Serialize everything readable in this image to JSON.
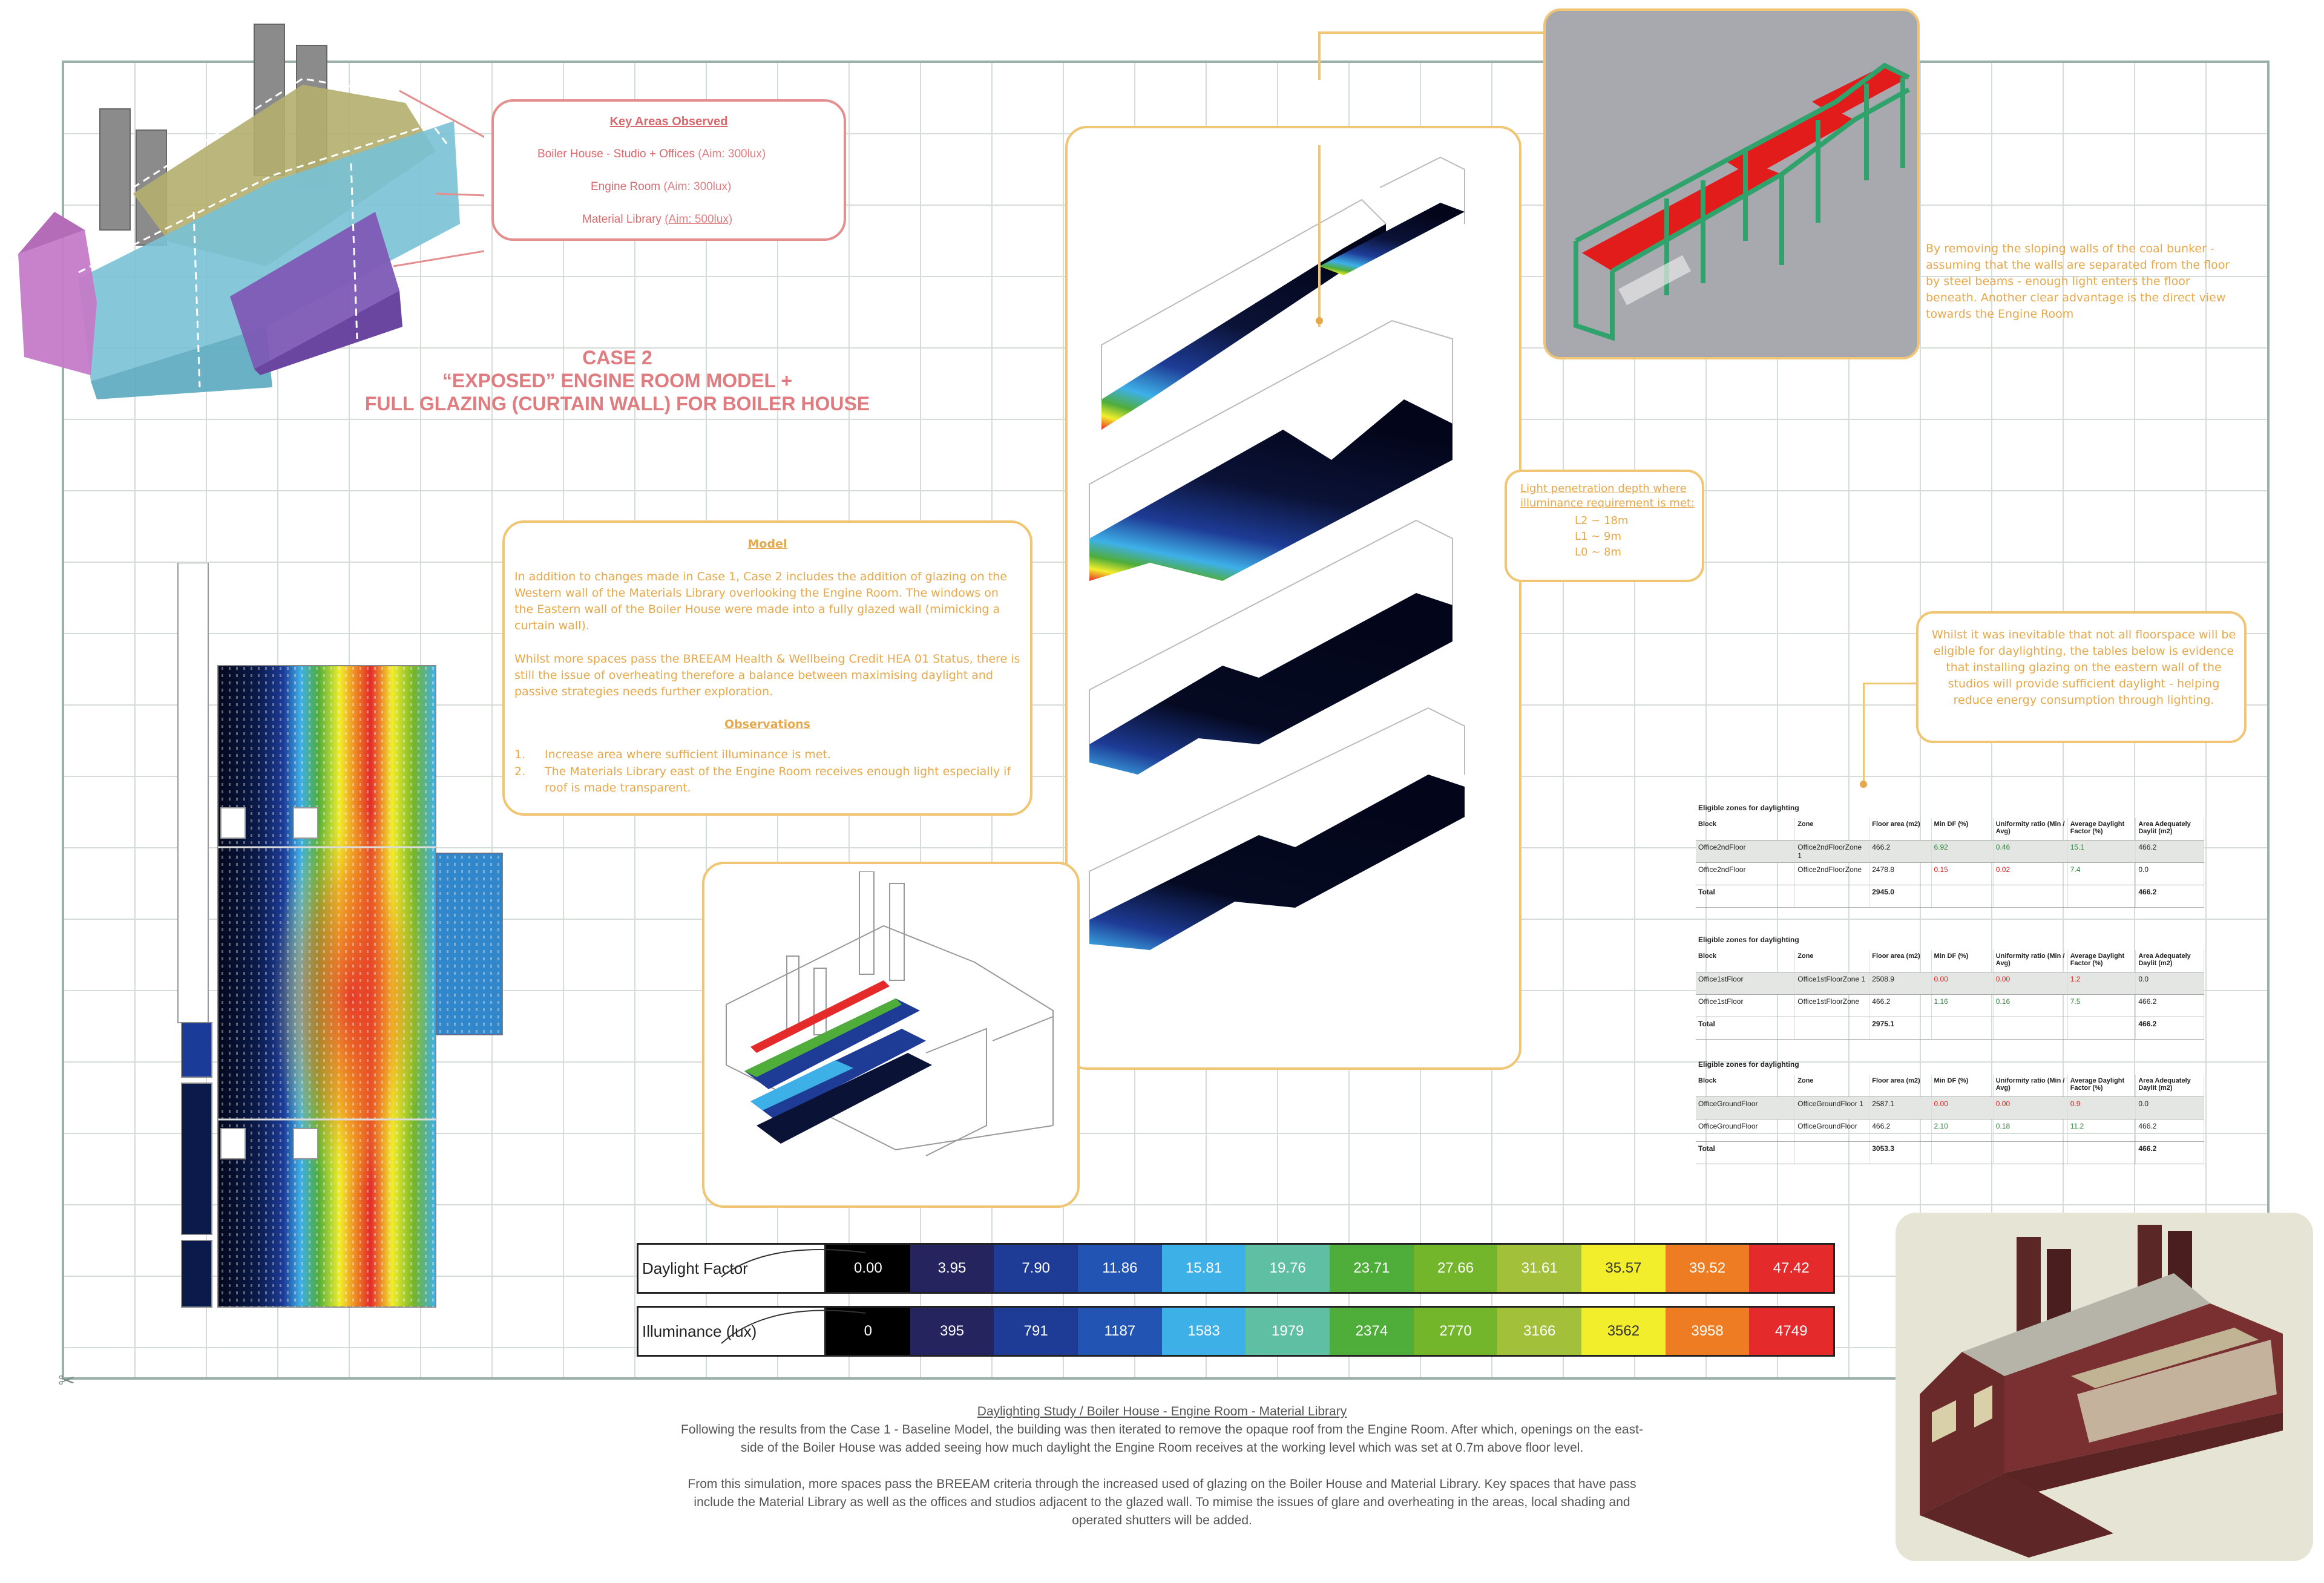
{
  "key_areas": {
    "title": "Key Areas Observed",
    "items": [
      "Boiler House - Studio + Offices",
      "Engine Room",
      "Material Library"
    ],
    "aims": [
      "(Aim: 300lux)",
      "(Aim: 300lux)",
      "(Aim: 500lux)"
    ]
  },
  "case": {
    "line1": "CASE 2",
    "line2": "“EXPOSED” ENGINE ROOM MODEL +",
    "line3": "FULL GLAZING (CURTAIN WALL) FOR BOILER HOUSE"
  },
  "model_card": {
    "title": "Model",
    "para1": "In addition to changes made in Case 1, Case 2 includes the addition of glazing on the Western wall of the Materials Library overlooking the Engine Room. The windows on the Eastern wall of the Boiler House were made into a fully glazed wall (mimicking a curtain wall).",
    "para2": "Whilst more spaces pass the BREEAM Health & Wellbeing Credit HEA 01 Status, there is still the issue of overheating therefore a balance between maximising daylight and passive strategies needs further exploration.",
    "obs_title": "Observations",
    "obs": [
      {
        "num": "1.",
        "text": "Increase area where sufficient illuminance is met."
      },
      {
        "num": "2.",
        "text": "The Materials Library east of the Engine Room receives enough light especially if roof is made transparent."
      }
    ]
  },
  "penetration": {
    "title": "Light penetration depth where illuminance requirement is met:",
    "l2": "L2 ~ 18m",
    "l1": "L1 ~ 9m",
    "l0": "L0 ~ 8m"
  },
  "bunker_note": "By removing the sloping walls of the coal bunker - assuming that the walls are separated from the floor by steel beams - enough light enters the floor beneath. Another clear advantage is the direct view towards the Engine Room",
  "floorspace_note": "Whilst it was inevitable that not all floorspace will be eligible for daylighting, the tables below is evidence that installing glazing on the eastern wall of the studios will provide sufficient daylight - helping reduce energy consumption through lighting.",
  "tables": {
    "caption": "Eligible zones for daylighting",
    "headers": [
      "Block",
      "Zone",
      "Floor area (m2)",
      "Min DF (%)",
      "Uniformity ratio (Min / Avg)",
      "Average Daylight Factor (%)",
      "Area Adequately Daylit (m2)"
    ],
    "t1": [
      [
        "Office2ndFloor",
        "Office2ndFloorZone 1",
        "466.2",
        "6.92",
        "0.46",
        "15.1",
        "466.2"
      ],
      [
        "Office2ndFloor",
        "Office2ndFloorZone",
        "2478.8",
        "0.15",
        "0.02",
        "7.4",
        "0.0"
      ],
      [
        "Total",
        "",
        "2945.0",
        "",
        "",
        "",
        "466.2"
      ]
    ],
    "t2": [
      [
        "Office1stFloor",
        "Office1stFloorZone 1",
        "2508.9",
        "0.00",
        "0.00",
        "1.2",
        "0.0"
      ],
      [
        "Office1stFloor",
        "Office1stFloorZone",
        "466.2",
        "1.16",
        "0.16",
        "7.5",
        "466.2"
      ],
      [
        "Total",
        "",
        "2975.1",
        "",
        "",
        "",
        "466.2"
      ]
    ],
    "t3": [
      [
        "OfficeGroundFloor",
        "OfficeGroundFloor 1",
        "2587.1",
        "0.00",
        "0.00",
        "0.9",
        "0.0"
      ],
      [
        "OfficeGroundFloor",
        "OfficeGroundFloor",
        "466.2",
        "2.10",
        "0.18",
        "11.2",
        "466.2"
      ],
      [
        "Total",
        "",
        "3053.3",
        "",
        "",
        "",
        "466.2"
      ]
    ]
  },
  "legend": {
    "df_label": "Daylight Factor",
    "lux_label": "Illuminance (lux)",
    "df_values": [
      "0.00",
      "3.95",
      "7.90",
      "11.86",
      "15.81",
      "19.76",
      "23.71",
      "27.66",
      "31.61",
      "35.57",
      "39.52",
      "47.42"
    ],
    "lux_values": [
      "0",
      "395",
      "791",
      "1187",
      "1583",
      "1979",
      "2374",
      "2770",
      "3166",
      "3562",
      "3958",
      "4749"
    ],
    "colors": [
      "#000000",
      "#25245f",
      "#1e3c96",
      "#2154b3",
      "#3eb0e8",
      "#5fbfa2",
      "#4fad3a",
      "#74b62b",
      "#a3c03b",
      "#f2ee2b",
      "#ee7c22",
      "#e42a2a"
    ],
    "text_colors": [
      "#ffffff",
      "#ffffff",
      "#ffffff",
      "#ffffff",
      "#ffffff",
      "#ffffff",
      "#ffffff",
      "#ffffff",
      "#ffffff",
      "#333333",
      "#ffffff",
      "#ffffff"
    ]
  },
  "caption": {
    "title": "Daylighting Study / Boiler House - Engine Room - Material Library",
    "para1": "Following the results from the Case 1 - Baseline Model, the building was then iterated to remove the opaque roof from the Engine Room. After which, openings on the east-side of the Boiler House was added seeing how much daylight the Engine Room receives at the working level which was set at 0.7m above floor level.",
    "para2": "From this simulation, more spaces pass the BREEAM criteria through the increased used of glazing on the Boiler House and Material Library. Key spaces that have pass include the Material Library as well as the offices and studios adjacent to the glazed wall. To mimise the issues of glare and overheating in the areas, local shading and operated shutters will be added."
  }
}
